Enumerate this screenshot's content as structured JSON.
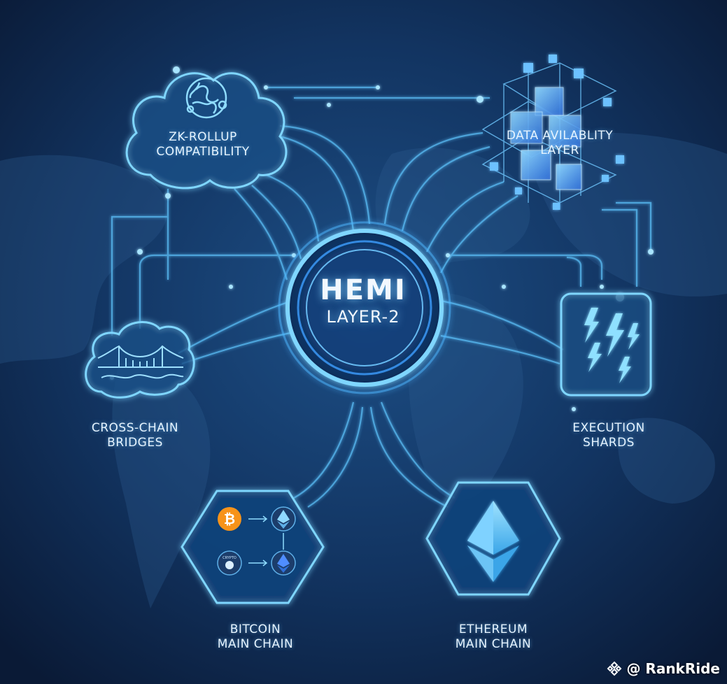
{
  "center": {
    "title": "HEMI",
    "subtitle": "LAYER-2"
  },
  "nodes": {
    "zk": {
      "line1": "ZK-ROLLUP",
      "line2": "COMPATIBILITY",
      "icon": "brain-icon"
    },
    "data": {
      "line1": "DATA AVILABLITY",
      "line2": "LAYER",
      "icon": "cubes-icon"
    },
    "bridges": {
      "line1": "CROSS-CHAIN",
      "line2": "BRIDGES",
      "icon": "bridge-icon"
    },
    "execution": {
      "line1": "EXECUTION",
      "line2": "SHARDS",
      "icon": "lightning-icon"
    },
    "bitcoin": {
      "line1": "BITCOIN",
      "line2": "MAIN CHAIN",
      "icon": "bitcoin-icon",
      "mini_label": "CRYPTO"
    },
    "ethereum": {
      "line1": "ETHEREUM",
      "line2": "MAIN CHAIN",
      "icon": "ethereum-icon"
    }
  },
  "watermark": {
    "text": "@ RankRide",
    "icon": "binance-icon"
  },
  "colors": {
    "background": "#0b1f3d",
    "glow": "#4fc3ff",
    "accent": "#7fd6ff",
    "bitcoin": "#f7931a"
  }
}
